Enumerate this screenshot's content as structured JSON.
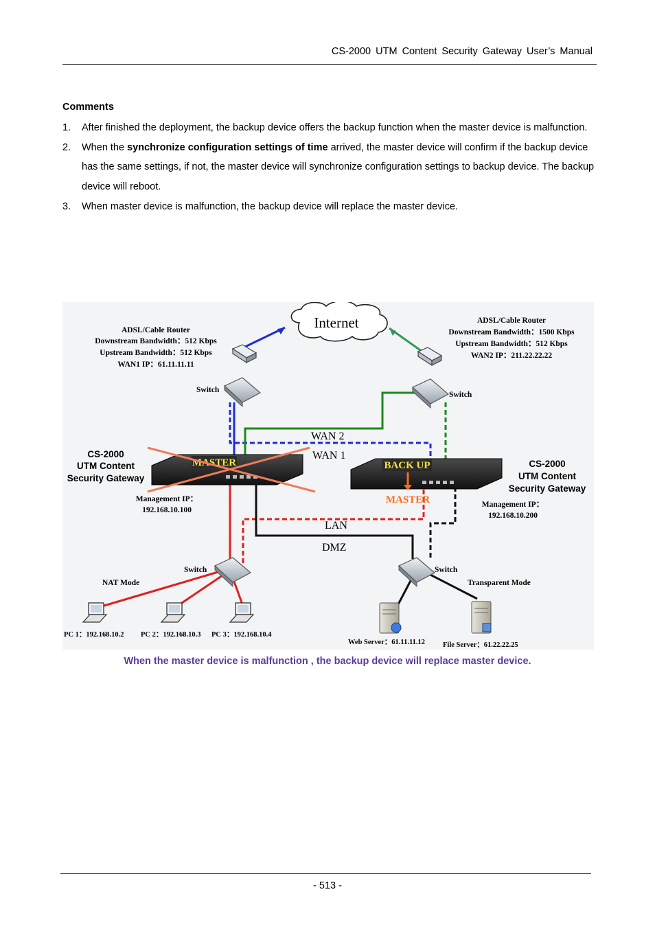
{
  "header": {
    "title": "CS-2000  UTM  Content  Security  Gateway  User’s  Manual"
  },
  "comments": {
    "heading": "Comments",
    "items": [
      {
        "num": "1.",
        "text": "After finished the deployment, the backup device offers the backup function when the master device is malfunction."
      },
      {
        "num": "2.",
        "pre": "When the ",
        "bold": "synchronize configuration settings of time",
        "post": " arrived, the master device will confirm if the backup device has the same settings, if not, the master device will synchronize configuration settings to backup device. The backup device will reboot."
      },
      {
        "num": "3.",
        "text": "When master device is malfunction, the backup device will replace the master device."
      }
    ]
  },
  "diagram": {
    "internet": "Internet",
    "router_left": {
      "title": "ADSL/Cable Router",
      "down": "Downstream Bandwidth：512 Kbps",
      "up": "Upstream Bandwidth：512 Kbps",
      "ip": "WAN1 IP：61.11.11.11"
    },
    "router_right": {
      "title": "ADSL/Cable Router",
      "down": "Downstream Bandwidth：1500 Kbps",
      "up": "Upstream Bandwidth：512 Kbps",
      "ip": "WAN2 IP：211.22.22.22"
    },
    "switch_label": "Switch",
    "wan2": "WAN 2",
    "wan1": "WAN 1",
    "lan": "LAN",
    "dmz": "DMZ",
    "gw_left": {
      "line1": "CS-2000",
      "line2": "UTM Content",
      "line3": "Security Gateway",
      "badge": "MASTER",
      "mgmt_label": "Management IP：",
      "mgmt_ip": "192.168.10.100"
    },
    "gw_right": {
      "line1": "CS-2000",
      "line2": "UTM Content",
      "line3": "Security Gateway",
      "badge": "BACK UP",
      "new_role": "MASTER",
      "mgmt_label": "Management IP：",
      "mgmt_ip": "192.168.10.200"
    },
    "nat_mode": "NAT Mode",
    "transparent_mode": "Transparent Mode",
    "pc1": "PC 1：192.168.10.2",
    "pc2": "PC 2：192.168.10.3",
    "pc3": "PC 3：192.168.10.4",
    "web_server": "Web Server：61.11.11.12",
    "file_server": "File Server：61.22.22.25",
    "colors": {
      "wan1": "#1f2bd6",
      "wan2": "#1a8a1a",
      "lan": "#e02020",
      "dmz": "#111111",
      "badge": "#f5e63a",
      "new_master": "#ff6a1a"
    }
  },
  "caption": "When the master device is malfunction , the backup device will replace master device.",
  "footer": {
    "page": "- 513 -"
  }
}
